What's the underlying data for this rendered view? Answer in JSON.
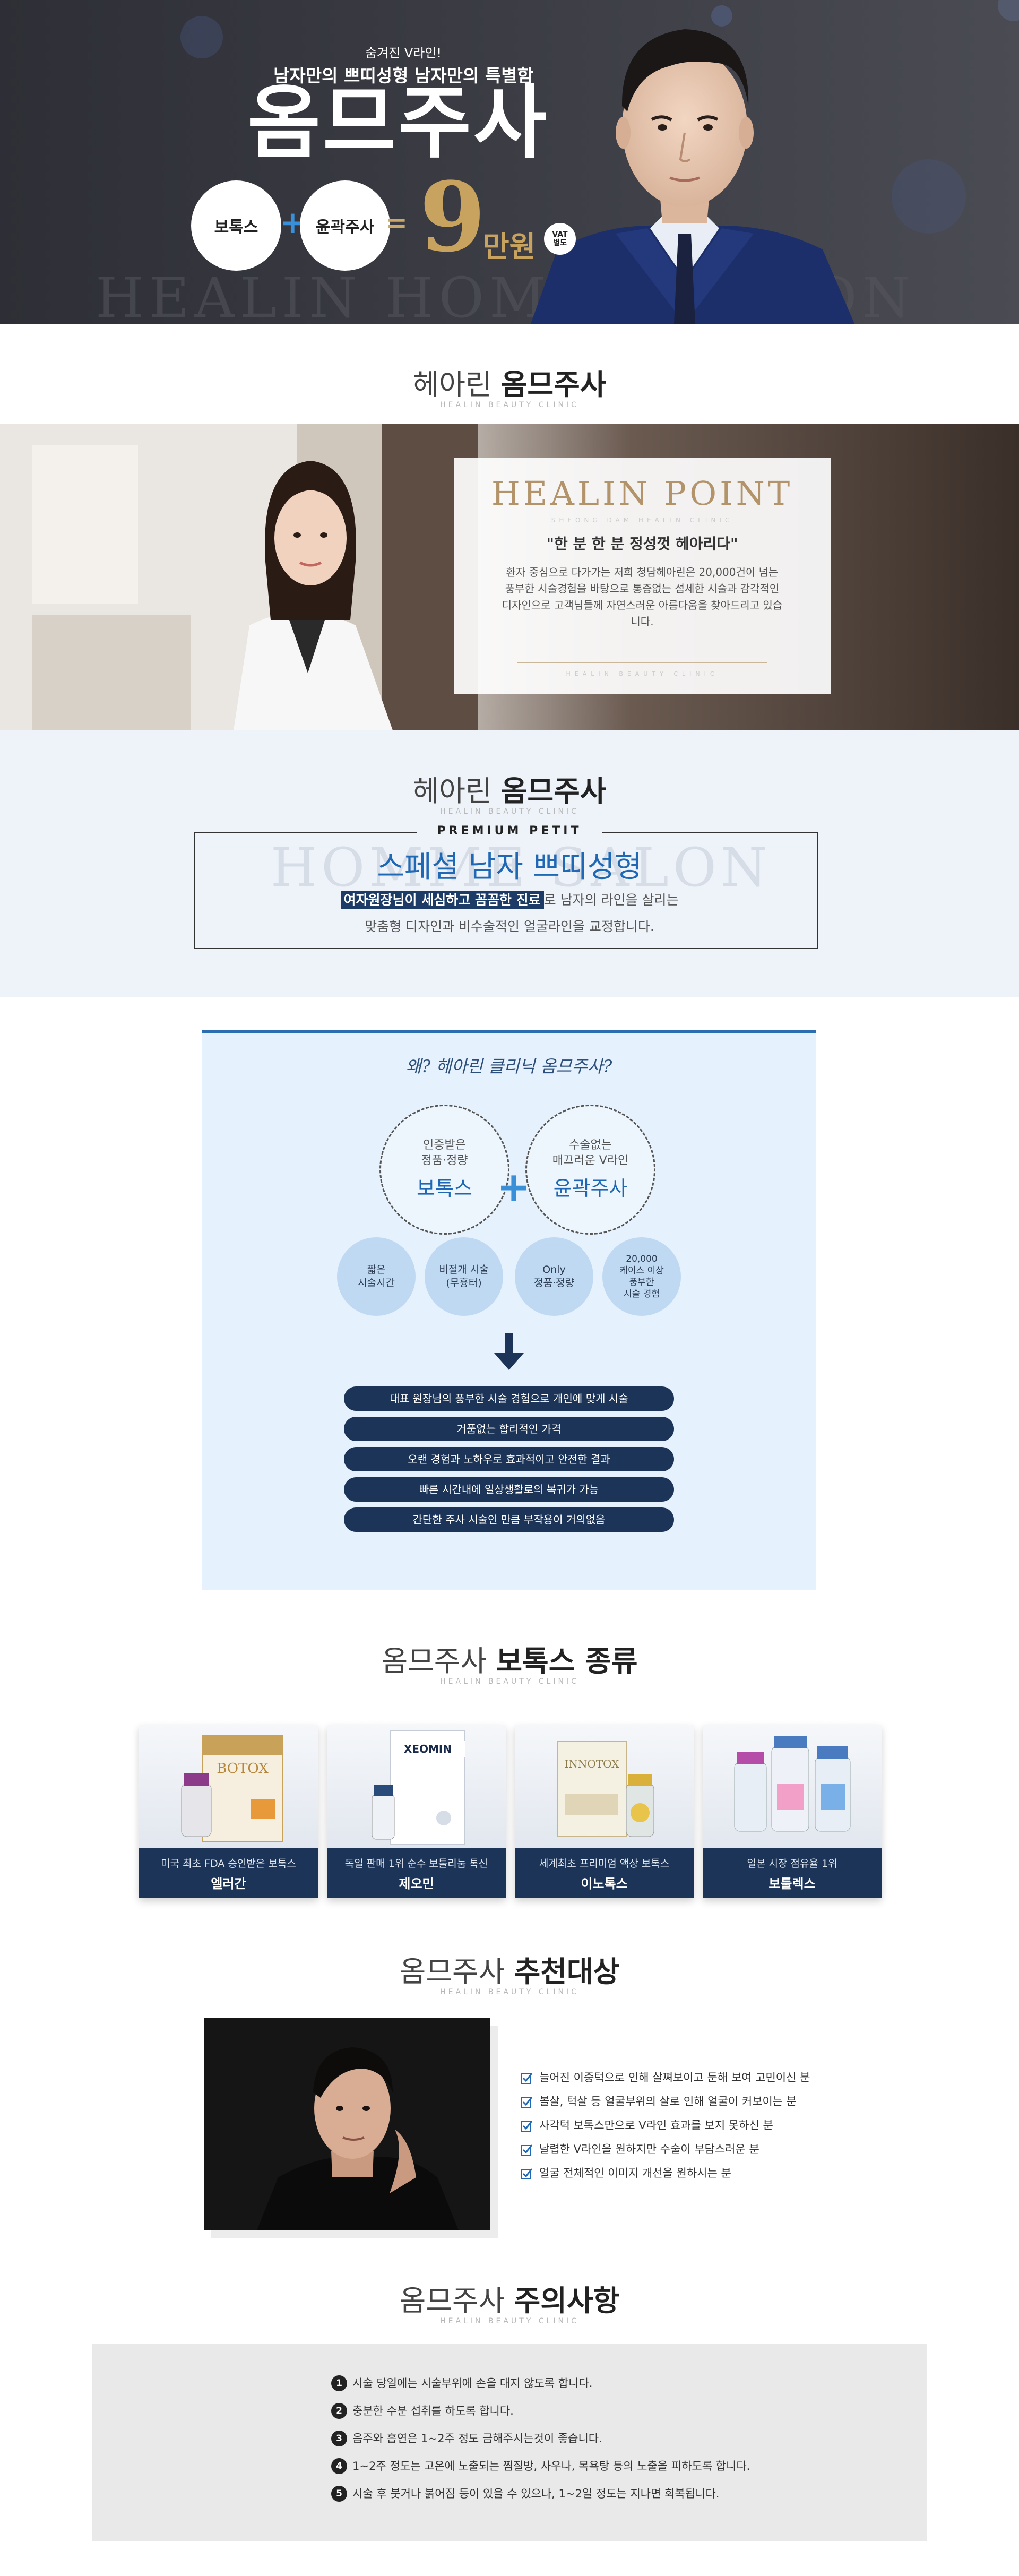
{
  "hero": {
    "sub1": "숨겨진 V라인!",
    "sub2": "남자만의 쁘띠성형 남자만의 특별함",
    "title": "옴므주사",
    "item1": "보톡스",
    "item2": "윤곽주사",
    "plus": "+",
    "equals": "=",
    "price": "9",
    "unit": "만원",
    "vat1": "VAT",
    "vat2": "별도",
    "bg_text": "HEALIN HOMME SALON"
  },
  "section1": {
    "title_light": "헤아린",
    "title_bold": "옴므주사",
    "subtitle": "HEALIN BEAUTY CLINIC"
  },
  "point": {
    "logo": "HEALIN POINT",
    "logo_sub": "SHEONG DAM HEALIN CLINIC",
    "quote": "\"한 분 한 분 정성껏 헤아리다\"",
    "desc": "환자 중심으로 다가가는 저희 청담헤아린은 20,000건이 넘는 풍부한 시술경험을 바탕으로 통증없는 섬세한 시술과 감각적인 디자인으로 고객님들께 자연스러운 아름다움을 찾아드리고 있습니다.",
    "footer": "HEALIN BEAUTY CLINIC"
  },
  "section2": {
    "title_light": "헤아린",
    "title_bold": "옴므주사",
    "subtitle": "HEALIN BEAUTY CLINIC",
    "label": "PREMIUM PETIT",
    "headline": "스페셜 남자 쁘띠성형",
    "line1_highlight": "여자원장님이 세심하고 꼼꼼한 진료",
    "line1_rest": "로 남자의 라인을 살리는",
    "line2": "맞춤형 디자인과 비수술적인 얼굴라인을 교정합니다.",
    "bg_text": "HOMME SALON"
  },
  "why": {
    "title": "왜? 헤아린 클리닉 옴므주사?",
    "circle1_small": "인증받은\n정품·정량",
    "circle1_big": "보톡스",
    "circle2_small": "수술없는\n매끄러운 V라인",
    "circle2_big": "윤곽주사",
    "plus": "+",
    "features": [
      "짧은\n시술시간",
      "비절개 시술\n(무흉터)",
      "Only\n정품·정량",
      "20,000\n케이스 이상\n풍부한\n시술 경험"
    ],
    "benefits": [
      "대표 원장님의 풍부한 시술 경험으로 개인에 맞게 시술",
      "거품없는 합리적인 가격",
      "오랜 경험과 노하우로 효과적이고 안전한 결과",
      "빠른 시간내에 일상생활로의 복귀가 가능",
      "간단한 주사 시술인 만큼 부작용이 거의없음"
    ]
  },
  "section3": {
    "title_light": "옴므주사",
    "title_bold": "보톡스 종류",
    "subtitle": "HEALIN BEAUTY CLINIC",
    "products": [
      {
        "desc": "미국 최초 FDA 승인받은 보톡스",
        "name": "엘러간",
        "box_label": "BOTOX"
      },
      {
        "desc": "독일 판매 1위 순수 보툴리눔 톡신",
        "name": "제오민",
        "box_label": "XEOMIN"
      },
      {
        "desc": "세계최초 프리미엄 액상 보톡스",
        "name": "이노톡스",
        "box_label": "INNOTOX"
      },
      {
        "desc": "일본 시장 점유율 1위",
        "name": "보툴렉스",
        "box_label": ""
      }
    ]
  },
  "section4": {
    "title_light": "옴므주사",
    "title_bold": "추천대상",
    "subtitle": "HEALIN BEAUTY CLINIC",
    "items": [
      "늘어진 이중턱으로 인해 살쪄보이고 둔해 보여 고민이신 분",
      "볼살, 턱살 등 얼굴부위의 살로 인해 얼굴이 커보이는 분",
      "사각턱 보톡스만으로 V라인 효과를 보지 못하신 분",
      "날렵한 V라인을 원하지만 수술이 부담스러운 분",
      "얼굴 전체적인 이미지 개선을 원하시는 분"
    ]
  },
  "section5": {
    "title_light": "옴므주사",
    "title_bold": "주의사항",
    "subtitle": "HEALIN BEAUTY CLINIC",
    "items": [
      {
        "num": "1",
        "text": "시술 당일에는 시술부위에 손을 대지 않도록 합니다."
      },
      {
        "num": "2",
        "text": "충분한 수분 섭취를 하도록 합니다."
      },
      {
        "num": "3",
        "text": "음주와 흡연은 1~2주 정도 금해주시는것이 좋습니다."
      },
      {
        "num": "4",
        "text": "1~2주 정도는 고온에 노출되는 찜질방, 사우나, 목욕탕 등의 노출을 피하도록 합니다."
      },
      {
        "num": "5",
        "text": "시술 후 붓거나 붉어짐 등이 있을 수 있으나, 1~2일 정도는 지나면 회복됩니다."
      }
    ]
  },
  "colors": {
    "navy": "#1c3457",
    "gold": "#c7a35f",
    "blue": "#1f68b6",
    "light_blue_bg": "#e5f1fc",
    "hero_bg": "#33343b"
  }
}
